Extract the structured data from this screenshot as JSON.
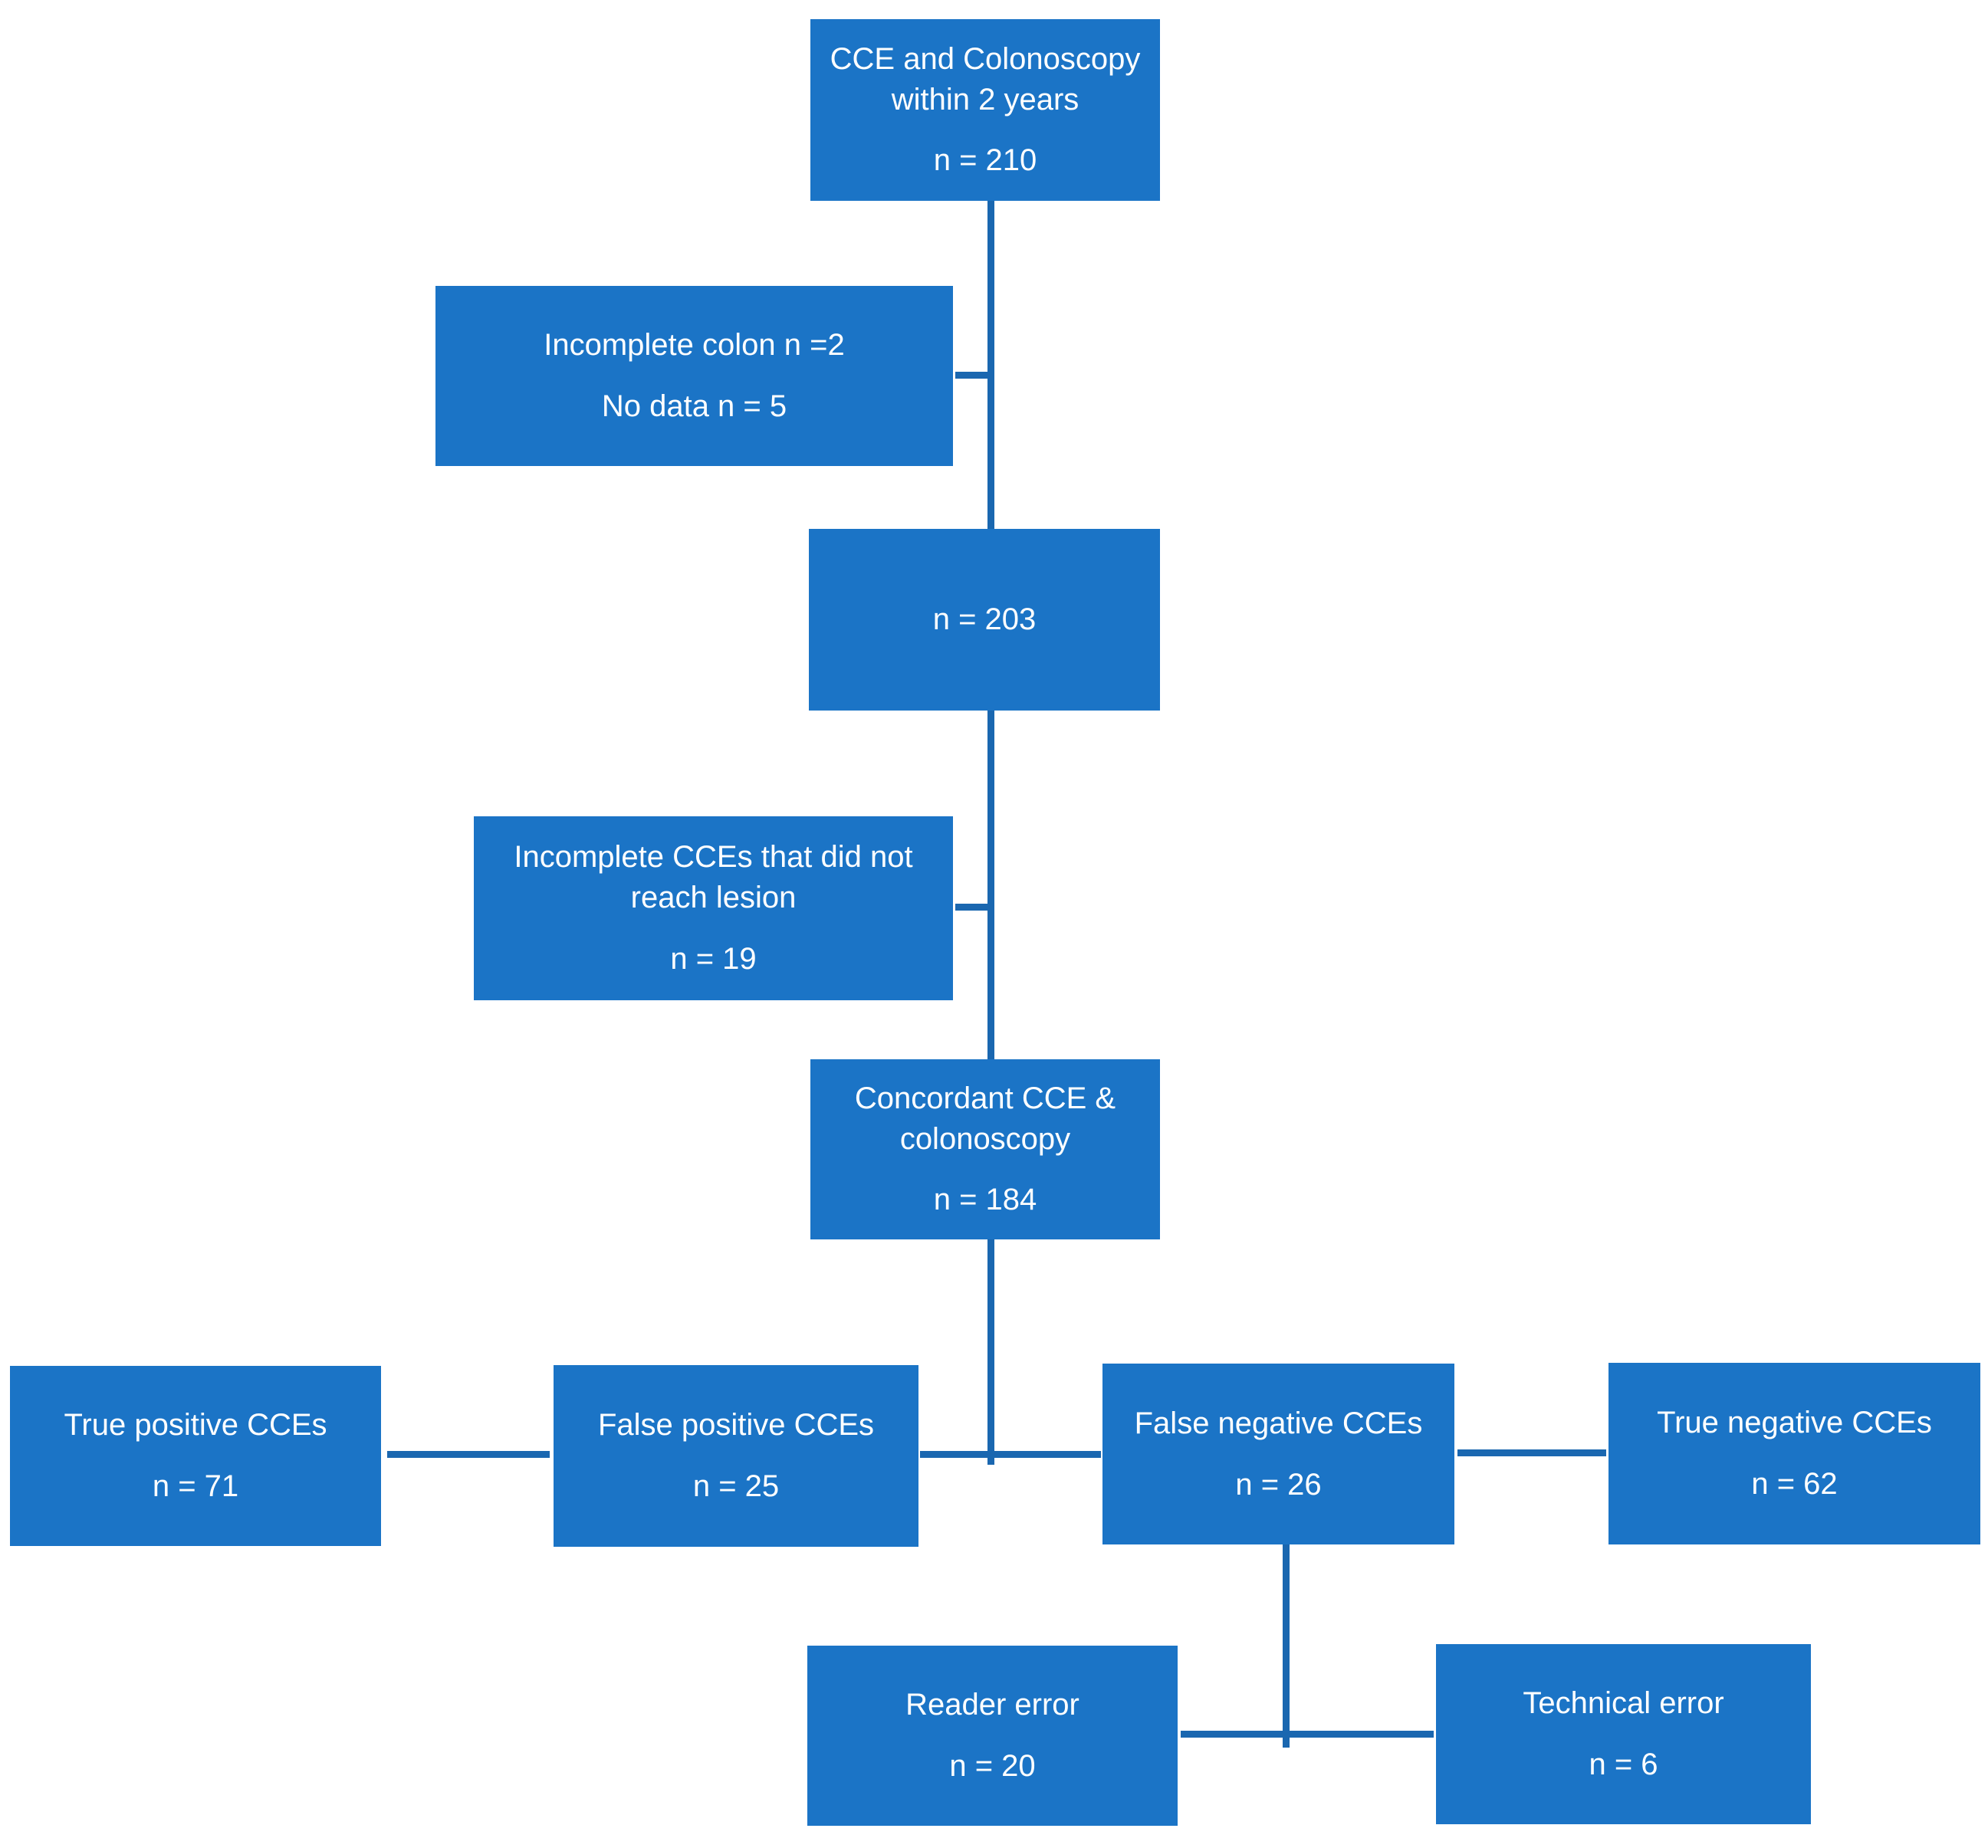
{
  "colors": {
    "background": "#ffffff",
    "box_fill": "#1b74c6",
    "box_text": "#ffffff",
    "connector_line": "#1a67b0"
  },
  "flowchart": {
    "nodes": {
      "enrolled": {
        "label": "CCE and Colonoscopy within 2 years",
        "count": "n = 210"
      },
      "excluded_initial": {
        "label": "Incomplete colon n =2",
        "count": "No data n = 5"
      },
      "after_initial_exclusion": {
        "count": "n = 203"
      },
      "excluded_incomplete_cce": {
        "label": "Incomplete CCEs that did not reach lesion",
        "count": "n = 19"
      },
      "concordant": {
        "label": "Concordant CCE & colonoscopy",
        "count": "n = 184"
      },
      "true_positive": {
        "label": "True positive CCEs",
        "count": "n = 71"
      },
      "false_positive": {
        "label": "False positive CCEs",
        "count": "n = 25"
      },
      "false_negative": {
        "label": "False negative CCEs",
        "count": "n = 26"
      },
      "true_negative": {
        "label": "True negative CCEs",
        "count": "n = 62"
      },
      "reader_error": {
        "label": "Reader error",
        "count": "n = 20"
      },
      "technical_error": {
        "label": "Technical error",
        "count": "n = 6"
      }
    }
  }
}
